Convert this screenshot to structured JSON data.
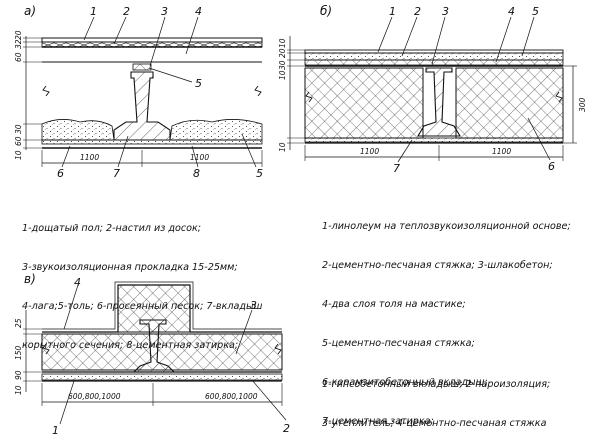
{
  "panels": [
    {
      "id": "a",
      "caption": "а)",
      "callouts": [
        "1",
        "2",
        "3",
        "4",
        "5",
        "6",
        "7",
        "8",
        "5"
      ],
      "dims_left": [
        "60",
        "32",
        "20",
        "10",
        "30",
        "60"
      ],
      "dims_bottom": [
        "1100",
        "1100"
      ],
      "legend": [
        "1-дощатый пол; 2-настил из досок;",
        "3-звукоизоляционная прокладка 15-25мм;",
        "4-лага;5-толь; 6-просеянный песок; 7-вкладыш",
        "корытного сечения; 8-цементная затирка;"
      ]
    },
    {
      "id": "b",
      "caption": "б)",
      "callouts": [
        "1",
        "2",
        "3",
        "4",
        "5",
        "6",
        "7"
      ],
      "dims_left": [
        "10",
        "20",
        "30",
        "10",
        "10"
      ],
      "dims_right": [
        "300"
      ],
      "dims_bottom": [
        "1100",
        "1100"
      ],
      "legend": [
        "1-линолеум на теплозвукоизоляционной основе;",
        "2-цементно-песчаная стяжка; 3-шлакобетон;",
        "4-два слоя толя на мастике;",
        "5-цементно-песчаная стяжка;",
        "6-керамзитобетонный вкладыш;",
        "7-цементная затирка;"
      ]
    },
    {
      "id": "v",
      "caption": "в)",
      "callouts": [
        "4",
        "3",
        "1",
        "2"
      ],
      "dims_left": [
        "25",
        "150",
        "10",
        "90"
      ],
      "dims_bottom": [
        "600,800,1000",
        "600,800,1000"
      ],
      "legend": [
        "1-гипсобетонный вкладыш; 2-пароизоляция;",
        "3-утеплитель; 4-цементно-песчаная стяжка"
      ]
    }
  ]
}
